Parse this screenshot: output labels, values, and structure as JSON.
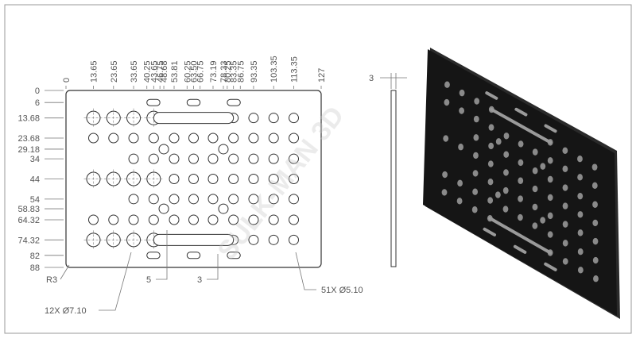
{
  "drawing": {
    "x_dims": [
      "0",
      "13.65",
      "23.65",
      "33.65",
      "40.25",
      "43.65",
      "46.75",
      "48.68",
      "53.81",
      "60.25",
      "63.50",
      "66.75",
      "73.19",
      "78.33",
      "80.25",
      "83.35",
      "86.75",
      "93.35",
      "103.35",
      "113.35",
      "127"
    ],
    "y_dims": [
      "0",
      "6",
      "13.68",
      "23.68",
      "29.18",
      "34",
      "44",
      "54",
      "58.83",
      "64.32",
      "74.32",
      "82",
      "88"
    ],
    "corner_radius_label": "R3",
    "large_holes_label": "12X Ø7.10",
    "small_holes_label": "51X Ø5.10",
    "slot_width_label_left": "5",
    "slot_width_label_bottom": "3",
    "thickness_label": "3"
  },
  "watermark": "SULK-MAN 3D",
  "colors": {
    "plate_fill": "#ffffff",
    "line": "#333333",
    "dimension_text": "#555555",
    "render_plate": "#1a1a1a"
  }
}
